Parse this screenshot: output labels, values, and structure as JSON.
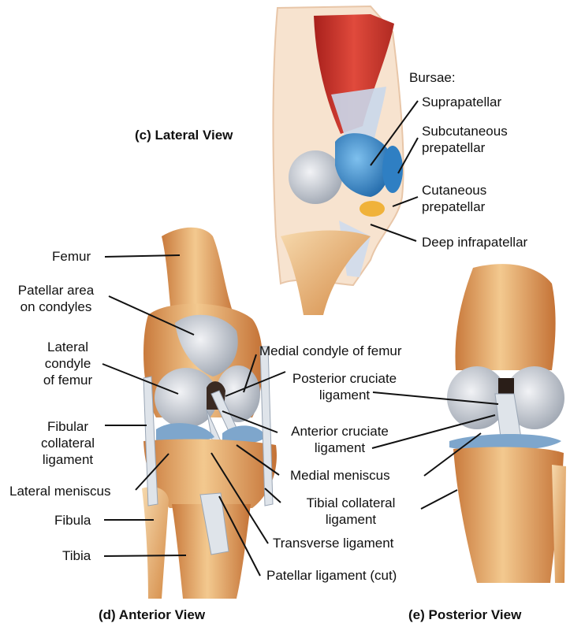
{
  "views": {
    "lateral": "(c) Lateral View",
    "anterior": "(d) Anterior View",
    "posterior": "(e) Posterior View"
  },
  "lateral_labels": {
    "heading": "Bursae:",
    "suprapatellar": "Suprapatellar",
    "subcutaneous": "Subcutaneous\nprepatellar",
    "cutaneous": "Cutaneous\nprepatellar",
    "deep": "Deep infrapatellar"
  },
  "left_labels": {
    "femur": "Femur",
    "patellar_area": "Patellar area\non condyles",
    "lateral_condyle": "Lateral\ncondyle\nof femur",
    "fibular_collateral": "Fibular\ncollateral\nligament",
    "lateral_meniscus": "Lateral meniscus",
    "fibula": "Fibula",
    "tibia": "Tibia"
  },
  "right_labels": {
    "medial_condyle": "Medial condyle of femur",
    "posterior_cruciate": "Posterior cruciate\nligament",
    "anterior_cruciate": "Anterior cruciate\nligament",
    "medial_meniscus": "Medial meniscus",
    "tibial_collateral": "Tibial collateral\nligament",
    "transverse": "Transverse ligament",
    "patellar_ligament": "Patellar ligament (cut)"
  },
  "colors": {
    "muscle": "#c8302a",
    "bone": "#e9a968",
    "bone_light": "#f6d6a8",
    "cartilage": "#c9ccd3",
    "bursa": "#3f8fd0",
    "ligament": "#dfe4ea",
    "meniscus": "#6f9cc4",
    "leader": "#111111"
  }
}
